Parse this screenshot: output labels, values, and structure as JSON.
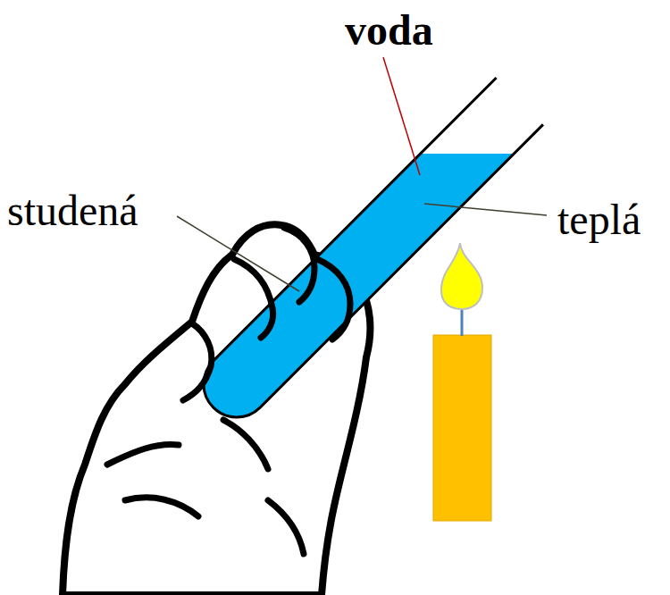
{
  "diagram": {
    "labels": [
      "voda",
      "studená",
      "teplá"
    ]
  }
}
